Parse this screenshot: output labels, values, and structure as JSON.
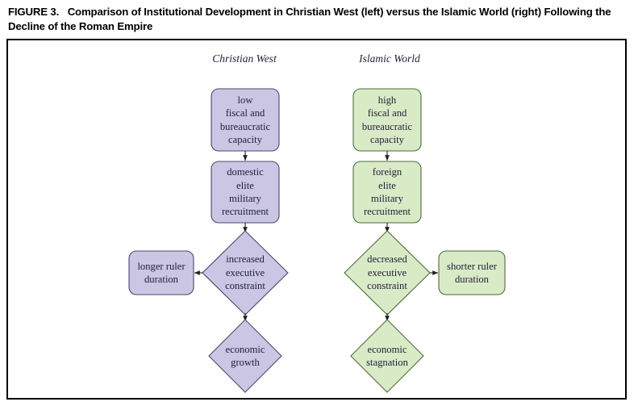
{
  "figure": {
    "label": "FIGURE 3.",
    "title": "Comparison of Institutional Development in Christian West (left) versus the Islamic World (right) Following the Decline of the Roman Empire"
  },
  "colors": {
    "purple_fill": "#cac6e4",
    "purple_stroke": "#4a4a6a",
    "green_fill": "#d9ebc6",
    "green_stroke": "#4f6b3a",
    "text": "#1f1f38",
    "arrow": "#222222",
    "frame": "#000000",
    "background": "#ffffff"
  },
  "columns": [
    {
      "name": "christian-west",
      "heading": "Christian West"
    },
    {
      "name": "islamic-world",
      "heading": "Islamic World"
    }
  ],
  "christian_west": {
    "heading": "Christian West",
    "nodes": [
      {
        "id": "cw-capacity",
        "shape": "rounded-rect",
        "text": "low\nfiscal and\nbureaucratic\ncapacity"
      },
      {
        "id": "cw-recruitment",
        "shape": "rounded-rect",
        "text": "domestic\nelite\nmilitary\nrecruitment"
      },
      {
        "id": "cw-constraint",
        "shape": "diamond",
        "text": "increased\nexecutive\nconstraint"
      },
      {
        "id": "cw-duration",
        "shape": "rounded-rect",
        "text": "longer ruler\nduration"
      },
      {
        "id": "cw-outcome",
        "shape": "diamond",
        "text": "economic\ngrowth"
      }
    ],
    "edges": [
      {
        "from": "cw-capacity",
        "to": "cw-recruitment",
        "direction": "down"
      },
      {
        "from": "cw-recruitment",
        "to": "cw-constraint",
        "direction": "down"
      },
      {
        "from": "cw-constraint",
        "to": "cw-duration",
        "direction": "left"
      },
      {
        "from": "cw-constraint",
        "to": "cw-outcome",
        "direction": "down"
      }
    ]
  },
  "islamic_world": {
    "heading": "Islamic World",
    "nodes": [
      {
        "id": "iw-capacity",
        "shape": "rounded-rect",
        "text": "high\nfiscal and\nbureaucratic\ncapacity"
      },
      {
        "id": "iw-recruitment",
        "shape": "rounded-rect",
        "text": "foreign\nelite\nmilitary\nrecruitment"
      },
      {
        "id": "iw-constraint",
        "shape": "diamond",
        "text": "decreased\nexecutive\nconstraint"
      },
      {
        "id": "iw-duration",
        "shape": "rounded-rect",
        "text": "shorter ruler\nduration"
      },
      {
        "id": "iw-outcome",
        "shape": "diamond",
        "text": "economic\nstagnation"
      }
    ],
    "edges": [
      {
        "from": "iw-capacity",
        "to": "iw-recruitment",
        "direction": "down"
      },
      {
        "from": "iw-recruitment",
        "to": "iw-constraint",
        "direction": "down"
      },
      {
        "from": "iw-constraint",
        "to": "iw-duration",
        "direction": "right"
      },
      {
        "from": "iw-constraint",
        "to": "iw-outcome",
        "direction": "down"
      }
    ]
  }
}
